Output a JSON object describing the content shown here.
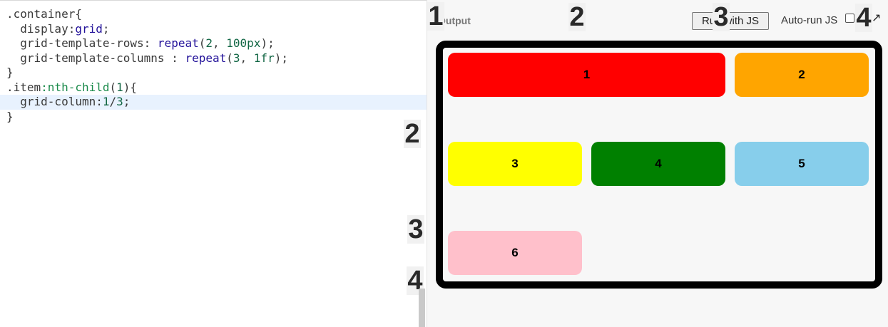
{
  "editor": {
    "lines": [
      [
        {
          "t": ".container{",
          "c": "selector"
        }
      ],
      [
        {
          "t": "  display:",
          "c": "prop"
        },
        {
          "t": "grid",
          "c": "kw"
        },
        {
          "t": ";",
          "c": "punct"
        }
      ],
      [
        {
          "t": "  grid-template-rows: ",
          "c": "prop"
        },
        {
          "t": "repeat",
          "c": "kw"
        },
        {
          "t": "(",
          "c": "punct"
        },
        {
          "t": "2",
          "c": "num"
        },
        {
          "t": ", ",
          "c": "punct"
        },
        {
          "t": "100px",
          "c": "num"
        },
        {
          "t": ");",
          "c": "punct"
        }
      ],
      [
        {
          "t": "  grid-template-columns : ",
          "c": "prop"
        },
        {
          "t": "repeat",
          "c": "kw"
        },
        {
          "t": "(",
          "c": "punct"
        },
        {
          "t": "3",
          "c": "num"
        },
        {
          "t": ", ",
          "c": "punct"
        },
        {
          "t": "1fr",
          "c": "num"
        },
        {
          "t": ");",
          "c": "punct"
        }
      ],
      [
        {
          "t": "}",
          "c": "punct"
        }
      ],
      [
        {
          "t": ".item",
          "c": "selector"
        },
        {
          "t": ":nth-child",
          "c": "pseudo"
        },
        {
          "t": "(",
          "c": "punct"
        },
        {
          "t": "1",
          "c": "num"
        },
        {
          "t": "){",
          "c": "punct"
        }
      ],
      [
        {
          "t": "  grid-column:",
          "c": "prop"
        },
        {
          "t": "1",
          "c": "num"
        },
        {
          "t": "/",
          "c": "punct"
        },
        {
          "t": "3",
          "c": "num"
        },
        {
          "t": ";",
          "c": "punct"
        }
      ],
      [
        {
          "t": "}",
          "c": "punct"
        }
      ]
    ],
    "active_line": 6,
    "row_badges": [
      "2",
      "3",
      "4"
    ]
  },
  "output": {
    "label": "Output",
    "run_button": "Run with JS",
    "autorun_label": "Auto-run JS",
    "autorun_checked": false,
    "column_badges": [
      "1",
      "2",
      "3",
      "4"
    ]
  },
  "grid_items": [
    {
      "label": "1",
      "color": "#ff0000"
    },
    {
      "label": "2",
      "color": "#ffa500"
    },
    {
      "label": "3",
      "color": "#ffff00"
    },
    {
      "label": "4",
      "color": "#008000"
    },
    {
      "label": "5",
      "color": "#87ceeb"
    },
    {
      "label": "6",
      "color": "#ffc0cb"
    }
  ],
  "icons": {
    "expand": "expand-arrow-icon"
  }
}
